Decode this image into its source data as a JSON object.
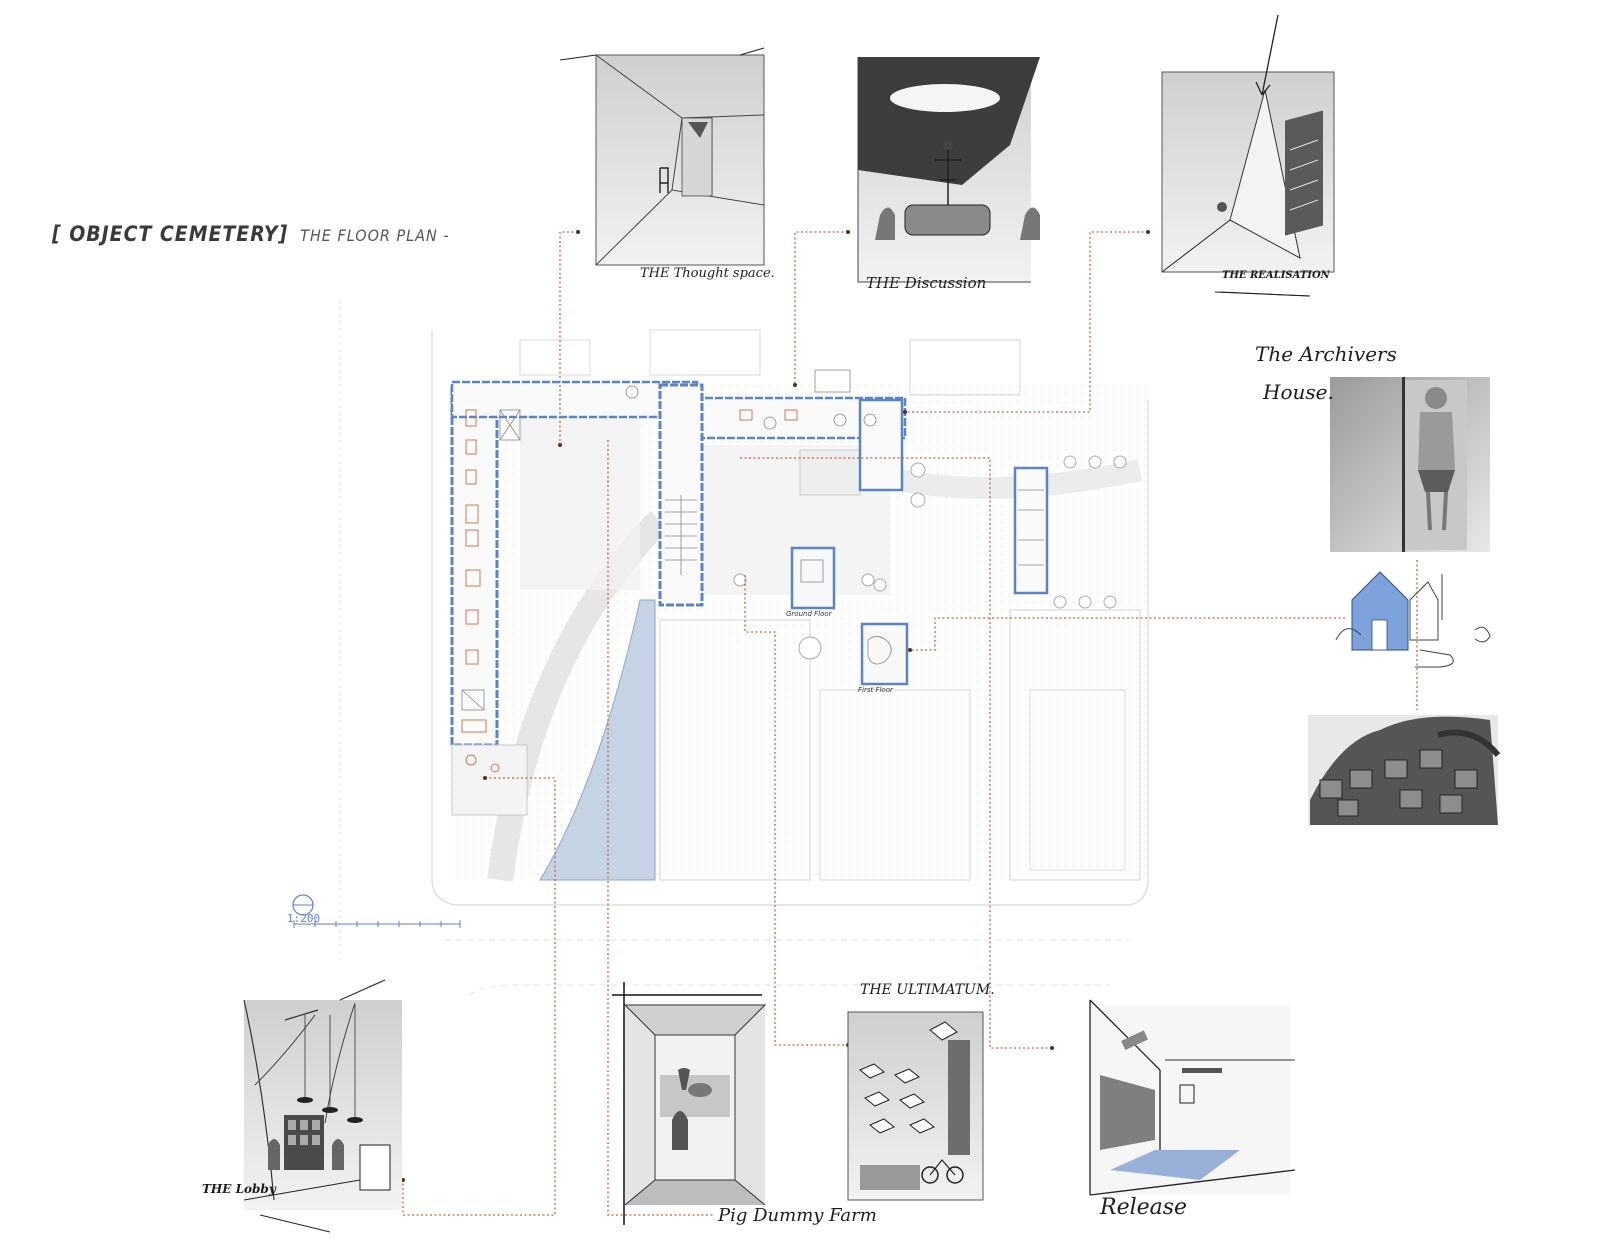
{
  "title": {
    "main": "[ OBJECT CEMETERY]",
    "sub": "THE FLOOR PLAN -"
  },
  "plan": {
    "ground_floor_label": "Ground Floor",
    "first_floor_label": "First Floor",
    "scale_label": "1:200"
  },
  "sketches": {
    "thought_space": "THE Thought space.",
    "discussion": "THE Discussion",
    "realisation": "THE REALISATION",
    "archivers_house_line1": "The Archivers",
    "archivers_house_line2": "House.",
    "lobby": "THE Lobby",
    "pig_dummy_farm": "Pig Dummy Farm",
    "ultimatum": "THE ULTIMATUM.",
    "release": "Release"
  },
  "colors": {
    "plan_blue": "#5b83c7",
    "leader_orange": "#c0663a",
    "ink": "#1d1d1d"
  }
}
